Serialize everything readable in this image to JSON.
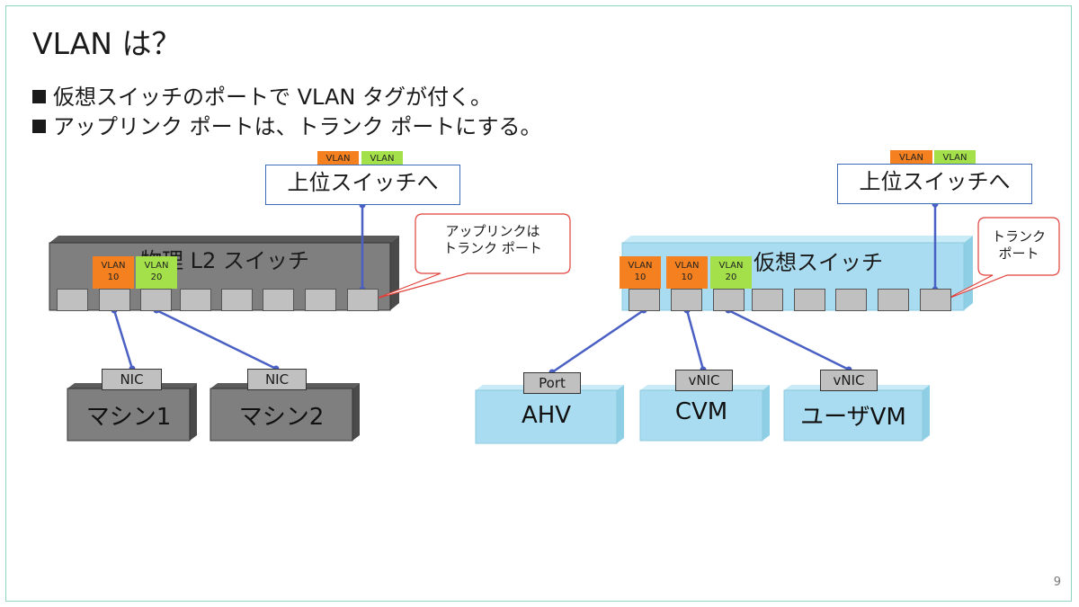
{
  "slide": {
    "title": "VLAN は？",
    "bullets": [
      "仮想スイッチのポートで VLAN タグが付く。",
      "アップリンク ポートは、トランク ポートにする。"
    ],
    "page_number": "9"
  },
  "left_diagram": {
    "uplink_tags": [
      "VLAN",
      "VLAN"
    ],
    "uplink_label": "上位スイッチへ",
    "switch_label": "物理 L2 スイッチ",
    "port_tags": [
      {
        "line1": "VLAN",
        "line2": "10",
        "color": "#f4801f"
      },
      {
        "line1": "VLAN",
        "line2": "20",
        "color": "#a3e04a"
      }
    ],
    "callout": [
      "アップリンクは",
      "トランク ポート"
    ],
    "machines": [
      {
        "adapter": "NIC",
        "name": "マシン1"
      },
      {
        "adapter": "NIC",
        "name": "マシン2"
      }
    ]
  },
  "right_diagram": {
    "uplink_tags": [
      "VLAN",
      "VLAN"
    ],
    "uplink_label": "上位スイッチへ",
    "switch_label": "仮想スイッチ",
    "port_tags": [
      {
        "line1": "VLAN",
        "line2": "10",
        "color": "#f4801f"
      },
      {
        "line1": "VLAN",
        "line2": "10",
        "color": "#f4801f"
      },
      {
        "line1": "VLAN",
        "line2": "20",
        "color": "#a3e04a"
      }
    ],
    "callout": [
      "トランク",
      "ポート"
    ],
    "machines": [
      {
        "adapter": "Port",
        "name": "AHV"
      },
      {
        "adapter": "vNIC",
        "name": "CVM"
      },
      {
        "adapter": "vNIC",
        "name": "ユーザVM"
      }
    ]
  },
  "colors": {
    "physical_switch": "#7f7f7f",
    "virtual_switch": "#a9dcf0",
    "link": "#4a60c4",
    "callout_border": "#e0403a",
    "frame": "#8fd4c0"
  }
}
